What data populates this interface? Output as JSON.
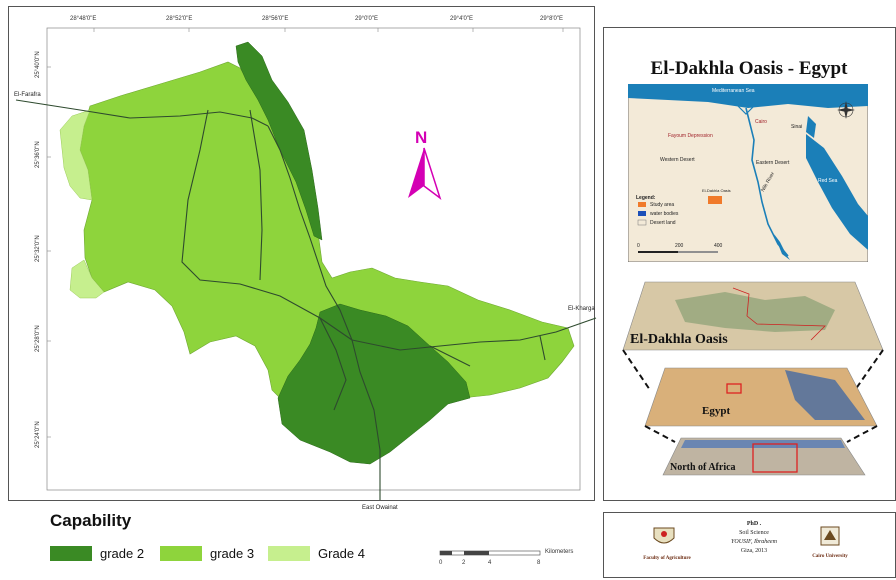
{
  "map": {
    "top_ticks": [
      "28°48'0\"E",
      "28°52'0\"E",
      "28°56'0\"E",
      "29°0'0\"E",
      "29°4'0\"E",
      "29°8'0\"E"
    ],
    "left_ticks": [
      "25°40'0\"N",
      "25°36'0\"N",
      "25°32'0\"N",
      "25°28'0\"N",
      "25°24'0\"N"
    ],
    "places": {
      "west": "El-Farafra",
      "east": "El-Kharga",
      "south": "East Owainat"
    },
    "north_label": "N",
    "scale_ticks": [
      "0",
      "2",
      "4",
      "8"
    ],
    "scale_unit": "Kilometers"
  },
  "legend": {
    "title": "Capability",
    "items": [
      {
        "label": "grade 2",
        "color": "#3a8a24"
      },
      {
        "label": "grade 3",
        "color": "#8ed43c"
      },
      {
        "label": "Grade 4",
        "color": "#c6ef8e"
      }
    ]
  },
  "panel": {
    "title": "El-Dakhla Oasis - Egypt",
    "inset": {
      "sea": "Mediterranean Sea",
      "cairo": "Cairo",
      "fayoum": "Fayoum Depression",
      "western": "Western Desert",
      "eastern": "Eastern Desert",
      "red_sea": "Red Sea",
      "sinai": "Sinai",
      "nile": "Nile River",
      "study_area_tag": "El-Dakhla Oasis",
      "legend_title": "Legend:",
      "legend_items": [
        "Study area",
        "water bodies",
        "Desert land"
      ],
      "scale": [
        "0",
        "200",
        "400"
      ]
    },
    "layers": [
      "El-Dakhla Oasis",
      "Egypt",
      "North of Africa"
    ]
  },
  "footer": {
    "degree": "PhD .",
    "field": "Soil Science",
    "author": "YOUSIF, Ibraheem",
    "place_year": "Giza, 2013",
    "left_logo_caption": "Faculty of Agriculture",
    "right_logo_caption": "Cairo University"
  },
  "colors": {
    "grade2": "#3a8a24",
    "grade3": "#8ed43c",
    "grade4": "#c6ef8e",
    "north_arrow": "#d400b4",
    "sea": "#1b7fb8"
  }
}
